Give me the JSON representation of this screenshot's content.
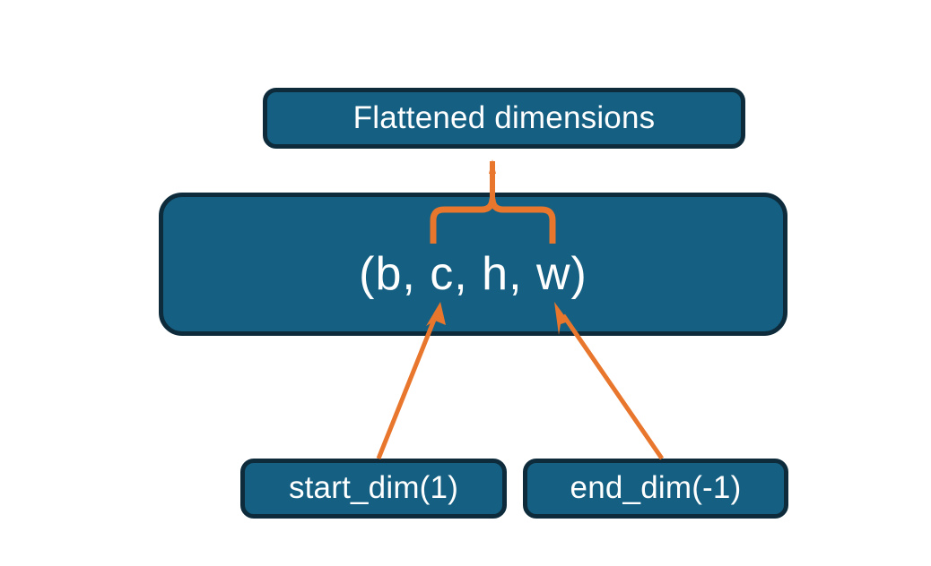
{
  "diagram": {
    "title_node": {
      "label": "Flattened dimensions"
    },
    "tensor_node": {
      "label": "(b, c, h, w)"
    },
    "argument_nodes": [
      {
        "label": "start_dim(1)"
      },
      {
        "label": "end_dim(-1)"
      }
    ],
    "connectors": {
      "brace": {
        "name": "curly-brace-up",
        "spans_dims": "c, h",
        "points_to": "Flattened dimensions"
      },
      "arrows": [
        {
          "name": "start-dim-arrow",
          "from": "start_dim(1)",
          "to": "c"
        },
        {
          "name": "end-dim-arrow",
          "from": "end_dim(-1)",
          "to": "w"
        }
      ]
    },
    "colors": {
      "node_fill": "#156082",
      "node_border": "#0d2b3b",
      "node_text": "#ffffff",
      "connector": "#e8762c",
      "background": "#ffffff"
    }
  }
}
